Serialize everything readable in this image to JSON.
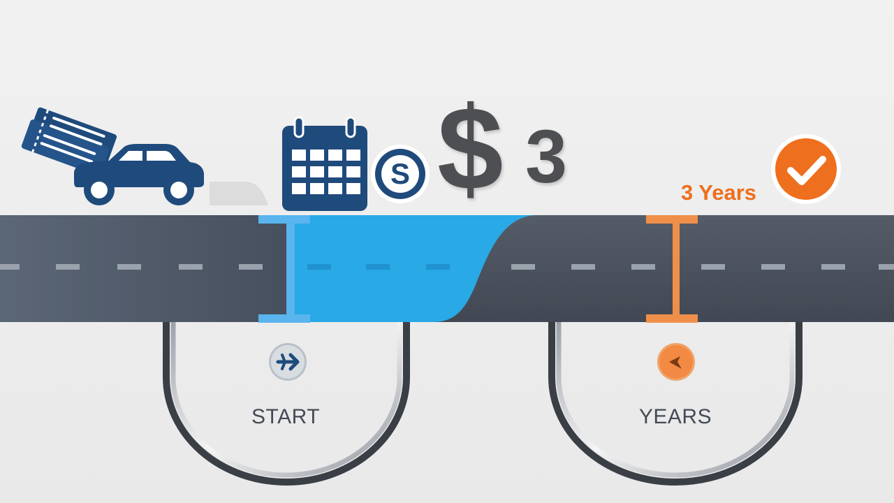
{
  "timeline": {
    "start_label": "START",
    "end_label": "YEARS",
    "duration_label": "3 Years",
    "cost_symbol": "$",
    "cost_value": "3"
  },
  "colors": {
    "road_dark": "#4b525e",
    "road_highlight": "#29a9e6",
    "navy": "#1f4a7c",
    "orange": "#ee6f1e",
    "gray_text": "#4d4f53"
  },
  "icons": [
    "car-icon",
    "tickets-icon",
    "calendar-icon",
    "coin-icon",
    "check-icon",
    "plane-icon",
    "arrow-left-icon"
  ]
}
